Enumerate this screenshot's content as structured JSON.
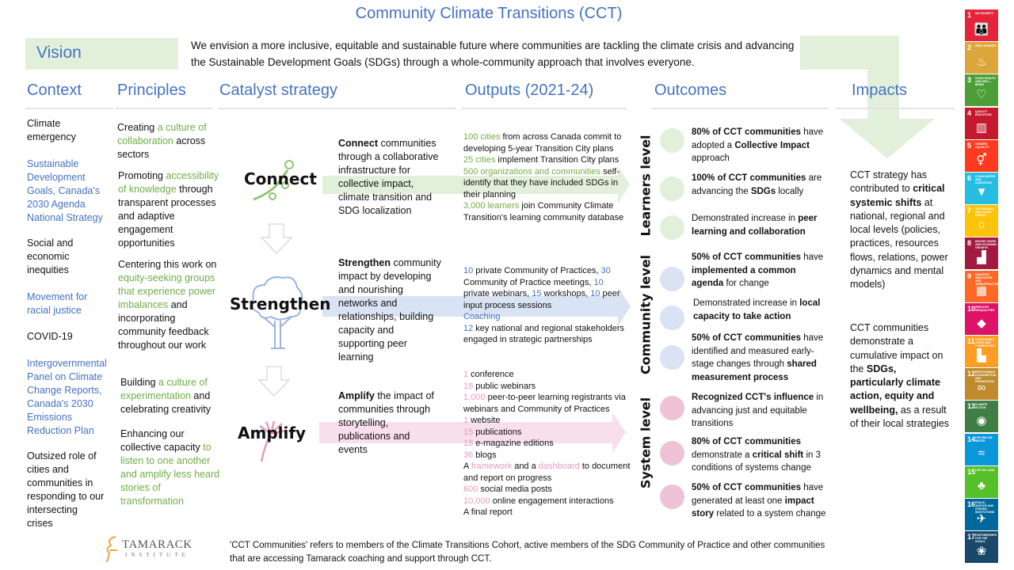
{
  "title": "Community Climate Transitions (CCT)",
  "vision": {
    "label": "Vision",
    "text": "We envision a more inclusive, equitable and sustainable future where communities are tackling the climate crisis and advancing the Sustainable Development Goals (SDGs) through a whole-community approach that involves everyone."
  },
  "headings": {
    "context": "Context",
    "principles": "Principles",
    "catalyst": "Catalyst strategy",
    "outputs": "Outputs (2021-24)",
    "outcomes": "Outcomes",
    "impacts": "Impacts"
  },
  "context": [
    [
      {
        "t": "Climate emergency"
      }
    ],
    [
      {
        "t": "Sustainable Development Goals, Canada's 2030 Agenda National Strategy",
        "s": "blue"
      }
    ],
    [
      {
        "t": "Social and economic inequities"
      }
    ],
    [
      {
        "t": "Movement for racial justice",
        "s": "blue"
      }
    ],
    [
      {
        "t": "COVID-19"
      }
    ],
    [
      {
        "t": "Intergovernmental Panel on Climate Change Reports, Canada's 2030 Emissions Reduction Plan",
        "s": "blue"
      }
    ],
    [
      {
        "t": "Outsized role of cities and communities in responding to our intersecting crises"
      }
    ]
  ],
  "principles": [
    [
      {
        "t": "Creating "
      },
      {
        "t": "a culture of collaboration",
        "s": "hl-green"
      },
      {
        "t": " across sectors"
      }
    ],
    [
      {
        "t": "Promoting "
      },
      {
        "t": "accessibility of knowledge",
        "s": "hl-green"
      },
      {
        "t": " through transparent processes and adaptive engagement opportunities"
      }
    ],
    [
      {
        "t": "Centering this work on "
      },
      {
        "t": "equity-seeking groups that experience power imbalances",
        "s": "hl-green"
      },
      {
        "t": " and incorporating community feedback throughout our work"
      }
    ],
    [
      {
        "t": "Building "
      },
      {
        "t": "a culture of experimentation",
        "s": "hl-green"
      },
      {
        "t": " and celebrating creativity"
      }
    ],
    [
      {
        "t": "Enhancing our collective capacity "
      },
      {
        "t": "to listen to one another and amplify less heard stories of transformation",
        "s": "hl-green"
      }
    ]
  ],
  "catalyst": [
    {
      "name": "Connect",
      "color": "#e2efda",
      "icon": "branch-icon",
      "desc": [
        {
          "t": "Connect",
          "s": "b"
        },
        {
          "t": " communities through a collaborative infrastructure for collective impact, climate transition and SDG localization"
        }
      ]
    },
    {
      "name": "Strengthen",
      "color": "#dae3f3",
      "icon": "tree-icon",
      "desc": [
        {
          "t": "Strengthen",
          "s": "b"
        },
        {
          "t": " community impact by developing and nourishing networks and relationships, building capacity and supporting peer learning"
        }
      ]
    },
    {
      "name": "Amplify",
      "color": "#f8dfec",
      "icon": "dandelion-icon",
      "desc": [
        {
          "t": "Amplify",
          "s": "b"
        },
        {
          "t": " the impact of communities through storytelling, publications and events"
        }
      ]
    }
  ],
  "outputs": [
    [
      {
        "t": "100 cities",
        "s": "hl-green"
      },
      {
        "t": " from across Canada commit to developing 5-year Transition City plans"
      },
      {
        "t": "\n"
      },
      {
        "t": "25 cities",
        "s": "hl-green"
      },
      {
        "t": " implement Transition City plans"
      },
      {
        "t": "\n"
      },
      {
        "t": "500 organizations and communities",
        "s": "hl-green"
      },
      {
        "t": " self-identify that they have included SDGs in their planning"
      },
      {
        "t": "\n"
      },
      {
        "t": "3,000 learners",
        "s": "hl-green"
      },
      {
        "t": " join Community Climate Transition's learning community database"
      }
    ],
    [
      {
        "t": "10",
        "s": "hl-blue"
      },
      {
        "t": " private Community of Practices, "
      },
      {
        "t": "30",
        "s": "hl-blue"
      },
      {
        "t": " Community of Practice meetings, "
      },
      {
        "t": "10",
        "s": "hl-blue"
      },
      {
        "t": " private webinars, "
      },
      {
        "t": "15",
        "s": "hl-blue"
      },
      {
        "t": " workshops, "
      },
      {
        "t": "10",
        "s": "hl-blue"
      },
      {
        "t": " peer input process sessions"
      },
      {
        "t": "\n"
      },
      {
        "t": "Coaching",
        "s": "hl-blue"
      },
      {
        "t": "\n"
      },
      {
        "t": "12",
        "s": "hl-blue"
      },
      {
        "t": " key national and regional stakeholders engaged in strategic partnerships"
      }
    ],
    [
      {
        "t": "1",
        "s": "hl-pink"
      },
      {
        "t": " conference"
      },
      {
        "t": "\n"
      },
      {
        "t": "18",
        "s": "hl-pink"
      },
      {
        "t": " public webinars"
      },
      {
        "t": "\n"
      },
      {
        "t": "1,000",
        "s": "hl-pink"
      },
      {
        "t": " peer-to-peer learning registrants via webinars and Community of Practices"
      },
      {
        "t": "\n"
      },
      {
        "t": "1",
        "s": "hl-pink"
      },
      {
        "t": " website"
      },
      {
        "t": "\n"
      },
      {
        "t": "15",
        "s": "hl-pink"
      },
      {
        "t": " publications"
      },
      {
        "t": "\n"
      },
      {
        "t": "18",
        "s": "hl-pink"
      },
      {
        "t": " e-magazine editions"
      },
      {
        "t": "\n"
      },
      {
        "t": "36",
        "s": "hl-pink"
      },
      {
        "t": " blogs"
      },
      {
        "t": "\n"
      },
      {
        "t": "A "
      },
      {
        "t": "framework",
        "s": "hl-pink"
      },
      {
        "t": " and a "
      },
      {
        "t": "dashboard",
        "s": "hl-pink"
      },
      {
        "t": " to document and report on progress"
      },
      {
        "t": "\n"
      },
      {
        "t": "600",
        "s": "hl-pink"
      },
      {
        "t": " social media posts"
      },
      {
        "t": "\n"
      },
      {
        "t": "10,000",
        "s": "hl-pink"
      },
      {
        "t": " online engagement interactions"
      },
      {
        "t": "\n"
      },
      {
        "t": "A final report"
      }
    ]
  ],
  "levels": [
    {
      "label": "Learners level",
      "color": "#e2efda",
      "items": [
        [
          {
            "t": "80% of CCT communities",
            "s": "b"
          },
          {
            "t": " have adopted a "
          },
          {
            "t": "Collective Impact",
            "s": "b"
          },
          {
            "t": " approach"
          }
        ],
        [
          {
            "t": "100% of CCT communities",
            "s": "b"
          },
          {
            "t": " are advancing the "
          },
          {
            "t": "SDGs",
            "s": "b"
          },
          {
            "t": " locally"
          }
        ],
        [
          {
            "t": "Demonstrated increase in "
          },
          {
            "t": "peer learning and collaboration",
            "s": "b"
          }
        ]
      ]
    },
    {
      "label": "Community level",
      "color": "#dae3f3",
      "items": [
        [
          {
            "t": "50% of CCT communities",
            "s": "b"
          },
          {
            "t": " have "
          },
          {
            "t": "implemented a common agenda",
            "s": "b"
          },
          {
            "t": " for change"
          }
        ],
        [
          {
            "t": "Demonstrated increase in "
          },
          {
            "t": "local capacity to take action",
            "s": "b"
          }
        ],
        [
          {
            "t": "50% of CCT communities",
            "s": "b"
          },
          {
            "t": " have identified and measured early-stage changes through "
          },
          {
            "t": "shared measurement process",
            "s": "b"
          }
        ]
      ]
    },
    {
      "label": "System level",
      "color": "#f4c6dc",
      "items": [
        [
          {
            "t": "Recognized CCT's influence",
            "s": "b"
          },
          {
            "t": " in advancing just and equitable transitions"
          }
        ],
        [
          {
            "t": "80% of CCT communities",
            "s": "b"
          },
          {
            "t": " demonstrate a "
          },
          {
            "t": "critical shift",
            "s": "b"
          },
          {
            "t": " in 3 conditions of systems change"
          }
        ],
        [
          {
            "t": "50% of CCT communities",
            "s": "b"
          },
          {
            "t": " have generated at least one "
          },
          {
            "t": "impact story",
            "s": "b"
          },
          {
            "t": " related to a system change"
          }
        ]
      ]
    }
  ],
  "impacts": [
    [
      {
        "t": "CCT strategy has contributed to "
      },
      {
        "t": "critical systemic shifts",
        "s": "b"
      },
      {
        "t": " at national, regional and local levels (policies, practices, resources flows, relations, power dynamics and mental models)"
      }
    ],
    [
      {
        "t": "CCT communities demonstrate a cumulative impact on the "
      },
      {
        "t": "SDGs, particularly climate action, equity and wellbeing,",
        "s": "b"
      },
      {
        "t": " as a result of their local strategies"
      }
    ]
  ],
  "footnote": "'CCT Communities' refers to members of the Climate Transitions Cohort, active members of the SDG Community of Practice and other communities that are accessing Tamarack coaching and support through CCT.",
  "logo": {
    "name": "TAMARACK",
    "sub": "INSTITUTE"
  },
  "sdgs": [
    {
      "n": "1",
      "label": "NO POVERTY",
      "color": "#e5243b",
      "glyph": "👪"
    },
    {
      "n": "2",
      "label": "ZERO HUNGER",
      "color": "#dda63a",
      "glyph": "♨"
    },
    {
      "n": "3",
      "label": "GOOD HEALTH AND WELL-BEING",
      "color": "#4c9f38",
      "glyph": "♡"
    },
    {
      "n": "4",
      "label": "QUALITY EDUCATION",
      "color": "#c5192d",
      "glyph": "▥"
    },
    {
      "n": "5",
      "label": "GENDER EQUALITY",
      "color": "#ff3a21",
      "glyph": "⚥"
    },
    {
      "n": "6",
      "label": "CLEAN WATER AND SANITATION",
      "color": "#26bde2",
      "glyph": "▼"
    },
    {
      "n": "7",
      "label": "AFFORDABLE AND CLEAN ENERGY",
      "color": "#fcc30b",
      "glyph": "☼"
    },
    {
      "n": "8",
      "label": "DECENT WORK AND ECONOMIC GROWTH",
      "color": "#a21942",
      "glyph": "▟"
    },
    {
      "n": "9",
      "label": "INDUSTRY, INNOVATION AND INFRASTRUCTURE",
      "color": "#fd6925",
      "glyph": "▦"
    },
    {
      "n": "10",
      "label": "REDUCED INEQUALITIES",
      "color": "#dd1367",
      "glyph": "◆"
    },
    {
      "n": "11",
      "label": "SUSTAINABLE CITIES AND COMMUNITIES",
      "color": "#fd9d24",
      "glyph": "▙"
    },
    {
      "n": "12",
      "label": "RESPONSIBLE CONSUMPTION AND PRODUCTION",
      "color": "#bf8b2e",
      "glyph": "∞"
    },
    {
      "n": "13",
      "label": "CLIMATE ACTION",
      "color": "#3f7e44",
      "glyph": "◉"
    },
    {
      "n": "14",
      "label": "LIFE BELOW WATER",
      "color": "#0a97d9",
      "glyph": "≈"
    },
    {
      "n": "15",
      "label": "LIFE ON LAND",
      "color": "#56c02b",
      "glyph": "♣"
    },
    {
      "n": "16",
      "label": "PEACE, JUSTICE AND STRONG INSTITUTIONS",
      "color": "#00689d",
      "glyph": "✈"
    },
    {
      "n": "17",
      "label": "PARTNERSHIPS FOR THE GOALS",
      "color": "#19486a",
      "glyph": "❀"
    }
  ]
}
